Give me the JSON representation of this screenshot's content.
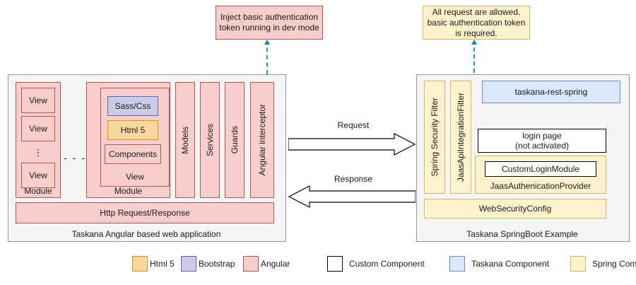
{
  "callouts": {
    "left": {
      "text": "Inject basic authentication token running in dev mode",
      "fill": "#f8cecc",
      "stroke": "#b85450"
    },
    "right": {
      "text": "All request are allowed. basic authentication token is required.",
      "fill": "#fff2cc",
      "stroke": "#d6b656"
    }
  },
  "client": {
    "caption": "Taskana Angular based web application",
    "module_a": {
      "label": "Module",
      "views": [
        "View",
        "View",
        "View"
      ],
      "ellipsis": "⋮"
    },
    "between_modules": "- - -",
    "module_b": {
      "label": "Module",
      "view_label": "View",
      "items": [
        {
          "label": "Sass/Css",
          "kind": "Bootstrap"
        },
        {
          "label": "Html 5",
          "kind": "Html 5"
        },
        {
          "label": "Components",
          "kind": "Angular"
        }
      ]
    },
    "columns": [
      "Models",
      "Services",
      "Guards",
      "Angular interceptor"
    ],
    "http_bar": "Http Request/Response"
  },
  "flow": {
    "request": "Request",
    "response": "Response"
  },
  "server": {
    "caption": "Taskana SpringBoot Example",
    "filters": [
      "Spring Security Filter",
      "JaasApiIntegrationFilter"
    ],
    "rest": "taskana-rest-spring",
    "login_page": "login page\n(not activated)",
    "login_page_line1": "login page",
    "login_page_line2": "(not activated)",
    "jaas_provider": "JaasAuthenicationProvider",
    "custom_login_module": "CustomLoginModule",
    "web_security_config": "WebSecurityConfig"
  },
  "legend": {
    "left": [
      {
        "label": "Html 5",
        "fill": "#fad7a0",
        "stroke": "#d79b00"
      },
      {
        "label": "Bootstrap",
        "fill": "#ccccea",
        "stroke": "#6c60a8"
      },
      {
        "label": "Angular",
        "fill": "#f8cecc",
        "stroke": "#b85450"
      }
    ],
    "right": [
      {
        "label": "Custom Component",
        "fill": "#ffffff",
        "stroke": "#000000"
      },
      {
        "label": "Taskana Component",
        "fill": "#dae8fc",
        "stroke": "#6c8ebf"
      },
      {
        "label": "Spring Component",
        "fill": "#fff2cc",
        "stroke": "#d6b656"
      }
    ]
  }
}
